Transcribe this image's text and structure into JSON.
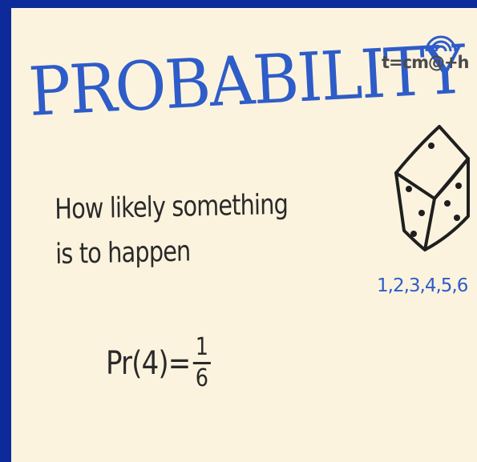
{
  "colors": {
    "border": "#0d2a9a",
    "paper": "#fcf3df",
    "ink_blue": "#2e5cc8",
    "ink_dark": "#2a2a2a"
  },
  "title": "PROBABILITY",
  "definition": {
    "line1": "How likely something",
    "line2": "is to happen"
  },
  "formula": {
    "expression": "Pr(4)=",
    "numerator": "1",
    "denominator": "6"
  },
  "logo": {
    "text": "t=cm@+h",
    "icon": "wifi-signal-icon"
  },
  "dice_icon": "dice-icon",
  "faces": "1,2,3,4,5,6"
}
